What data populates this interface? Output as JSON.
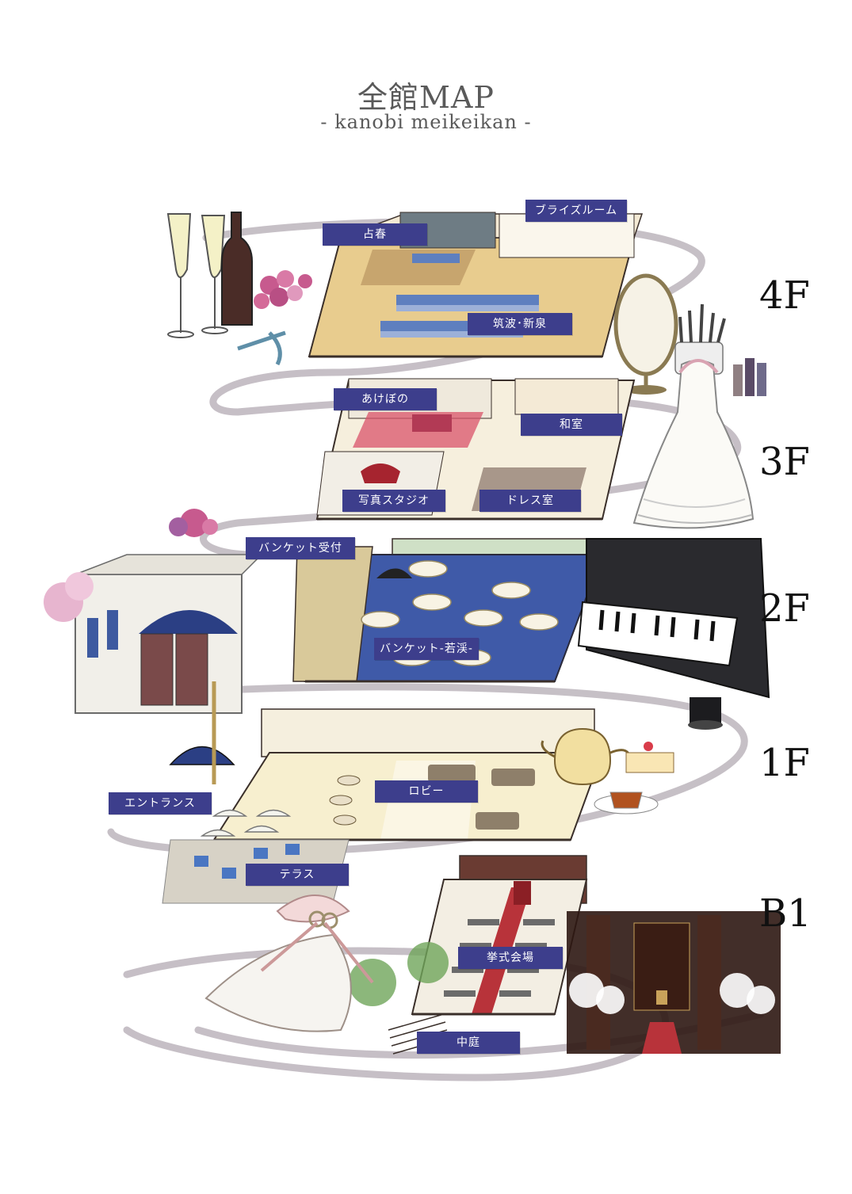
{
  "header": {
    "title": "全館MAP",
    "subtitle": "- kanobi meikeikan -"
  },
  "floors": [
    "4F",
    "3F",
    "2F",
    "1F",
    "B1"
  ],
  "rooms": {
    "bridal_room": "ブライズルーム",
    "senshun": "占春",
    "tsukuba_niizumi": "筑波･新泉",
    "akebono": "あけぼの",
    "washitsu": "和室",
    "photo_studio": "写真スタジオ",
    "dress_room": "ドレス室",
    "banquet_reception": "バンケット受付",
    "banquet_wakatani": "バンケット-若渓-",
    "entrance": "エントランス",
    "lobby": "ロビー",
    "terrace": "テラス",
    "ceremony_hall": "挙式会場",
    "courtyard": "中庭"
  },
  "colors": {
    "label_bg": "#3d3e8c",
    "banquet_carpet": "#3f5aa8",
    "akebono_carpet": "#d9536a",
    "aisle": "#b8333a",
    "floor_wood": "#e8cc8e",
    "swirl": "#b8b0b8"
  }
}
